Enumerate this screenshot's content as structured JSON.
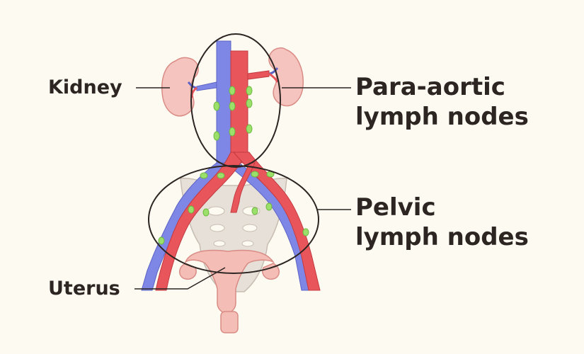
{
  "labels": {
    "kidney": "Kidney",
    "uterus": "Uterus",
    "para_aortic": {
      "line1": "Para-aortic",
      "line2": "lymph  nodes"
    },
    "pelvic": {
      "line1": "Pelvic",
      "line2": "lymph  nodes"
    }
  },
  "colors": {
    "background": "#fdfaf2",
    "artery": "#e8555b",
    "vein": "#7f87e6",
    "kidney": "#f6c4bf",
    "uterus": "#f4bdb6",
    "pelvis_bone": "#e6e0d8",
    "lymph_node": "#9be06a",
    "outline": "#2c2522"
  },
  "icons": {
    "lymph_node": "green-ellipse-icon"
  }
}
